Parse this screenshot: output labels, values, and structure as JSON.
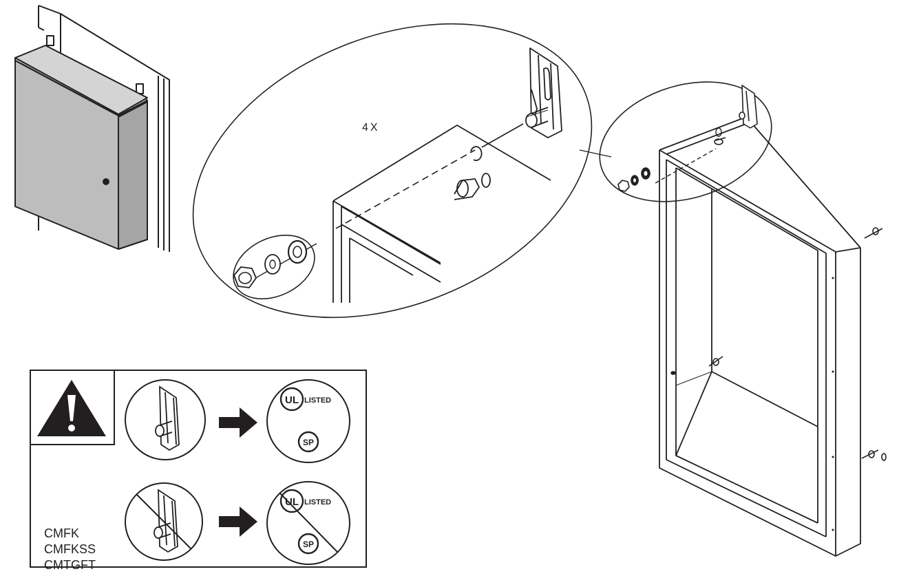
{
  "callout": {
    "quantity": "4X"
  },
  "certifications": {
    "ul_mark": "UL",
    "ul_listed": "LISTED",
    "csa_mark": "SP"
  },
  "warning": {
    "icon": "warning-triangle-icon",
    "models": [
      "CMFK",
      "CMFKSS",
      "CMTGFT"
    ]
  },
  "colors": {
    "ink": "#231f20",
    "enclosure_fill": "#bdbdbd",
    "paper": "#ffffff"
  }
}
